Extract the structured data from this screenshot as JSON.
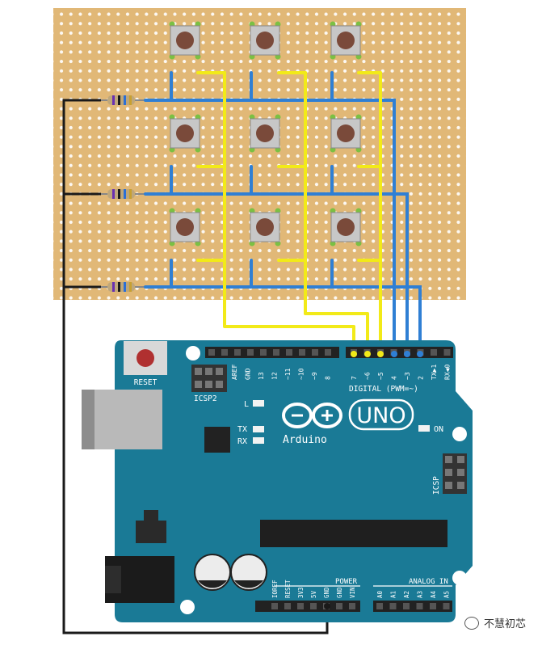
{
  "board": {
    "reset_label": "RESET",
    "icsp2_label": "ICSP2",
    "icsp_label": "ICSP",
    "digital_label": "DIGITAL (PWM=~)",
    "led_l": "L",
    "led_tx": "TX",
    "led_rx": "RX",
    "led_on": "ON",
    "logo_text": "UNO",
    "brand": "Arduino",
    "power_label": "POWER",
    "analog_label": "ANALOG IN",
    "top_pins": [
      "AREF",
      "GND",
      "13",
      "12",
      "~11",
      "~10",
      "~9",
      "8",
      "7",
      "~6",
      "~5",
      "4",
      "~3",
      "2",
      "TX▶1",
      "RX◀0"
    ],
    "power_pins": [
      "IOREF",
      "RESET",
      "3V3",
      "5V",
      "GND",
      "GND",
      "VIN"
    ],
    "analog_pins": [
      "A0",
      "A1",
      "A2",
      "A3",
      "A4",
      "A5"
    ]
  },
  "watermark": "不慧初芯",
  "colors": {
    "stripboard": "#e1b877",
    "board": "#1a7a96",
    "wire_yellow": "#f2ea18",
    "wire_blue": "#2f7fd4",
    "wire_black": "#1a1a1a"
  }
}
